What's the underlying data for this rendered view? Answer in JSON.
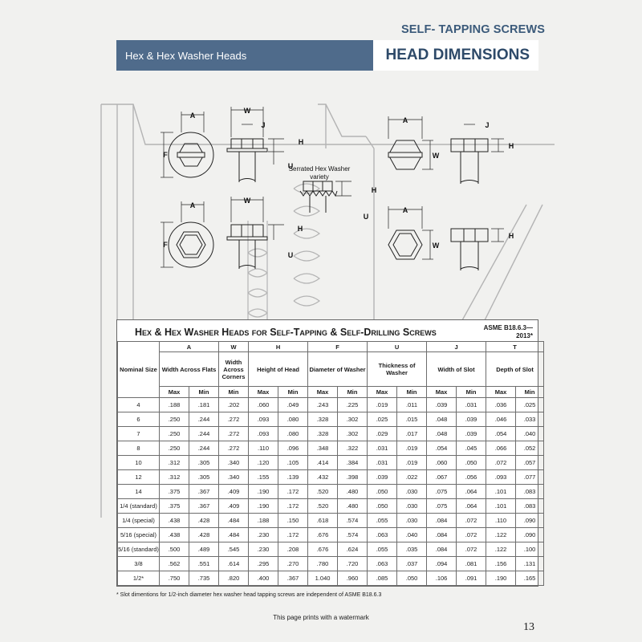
{
  "header": {
    "top_label": "SELF- TAPPING SCREWS",
    "section_label": "Hex & Hex Washer Heads",
    "title": "HEAD DIMENSIONS"
  },
  "diagram": {
    "labels": {
      "a": "A",
      "w": "W",
      "j": "J",
      "f": "F",
      "h": "H",
      "u": "U",
      "serrated_note_line1": "Serrated Hex Washer",
      "serrated_note_line2": "variety"
    }
  },
  "table": {
    "title": "Hex & Hex Washer Heads for Self-Tapping & Self-Drilling Screws",
    "standard_line1": "ASME B18.6.3—",
    "standard_line2": "2013*",
    "nominal_header": "Nominal Size",
    "letters": [
      "A",
      "W",
      "H",
      "F",
      "U",
      "J",
      "T"
    ],
    "names": [
      "Width Across Flats",
      "Width Across Corners",
      "Height of Head",
      "Diameter of Washer",
      "Thickness of Washer",
      "Width of Slot",
      "Depth of Slot"
    ],
    "subheaders": [
      "Max",
      "Min",
      "Min",
      "Max",
      "Min",
      "Max",
      "Min",
      "Max",
      "Min",
      "Max",
      "Min",
      "Max",
      "Min"
    ],
    "rows": [
      [
        "4",
        ".188",
        ".181",
        ".202",
        ".060",
        ".049",
        ".243",
        ".225",
        ".019",
        ".011",
        ".039",
        ".031",
        ".036",
        ".025"
      ],
      [
        "6",
        ".250",
        ".244",
        ".272",
        ".093",
        ".080",
        ".328",
        ".302",
        ".025",
        ".015",
        ".048",
        ".039",
        ".046",
        ".033"
      ],
      [
        "7",
        ".250",
        ".244",
        ".272",
        ".093",
        ".080",
        ".328",
        ".302",
        ".029",
        ".017",
        ".048",
        ".039",
        ".054",
        ".040"
      ],
      [
        "8",
        ".250",
        ".244",
        ".272",
        ".110",
        ".096",
        ".348",
        ".322",
        ".031",
        ".019",
        ".054",
        ".045",
        ".066",
        ".052"
      ],
      [
        "10",
        ".312",
        ".305",
        ".340",
        ".120",
        ".105",
        ".414",
        ".384",
        ".031",
        ".019",
        ".060",
        ".050",
        ".072",
        ".057"
      ],
      [
        "12",
        ".312",
        ".305",
        ".340",
        ".155",
        ".139",
        ".432",
        ".398",
        ".039",
        ".022",
        ".067",
        ".056",
        ".093",
        ".077"
      ],
      [
        "14",
        ".375",
        ".367",
        ".409",
        ".190",
        ".172",
        ".520",
        ".480",
        ".050",
        ".030",
        ".075",
        ".064",
        ".101",
        ".083"
      ],
      [
        "1/4 (standard)",
        ".375",
        ".367",
        ".409",
        ".190",
        ".172",
        ".520",
        ".480",
        ".050",
        ".030",
        ".075",
        ".064",
        ".101",
        ".083"
      ],
      [
        "1/4 (special)",
        ".438",
        ".428",
        ".484",
        ".188",
        ".150",
        ".618",
        ".574",
        ".055",
        ".030",
        ".084",
        ".072",
        ".110",
        ".090"
      ],
      [
        "5/16 (special)",
        ".438",
        ".428",
        ".484",
        ".230",
        ".172",
        ".676",
        ".574",
        ".063",
        ".040",
        ".084",
        ".072",
        ".122",
        ".090"
      ],
      [
        "5/16 (standard)",
        ".500",
        ".489",
        ".545",
        ".230",
        ".208",
        ".676",
        ".624",
        ".055",
        ".035",
        ".084",
        ".072",
        ".122",
        ".100"
      ],
      [
        "3/8",
        ".562",
        ".551",
        ".614",
        ".295",
        ".270",
        ".780",
        ".720",
        ".063",
        ".037",
        ".094",
        ".081",
        ".156",
        ".131"
      ],
      [
        "1/2*",
        ".750",
        ".735",
        ".820",
        ".400",
        ".367",
        "1.040",
        ".960",
        ".085",
        ".050",
        ".106",
        ".091",
        ".190",
        ".165"
      ]
    ]
  },
  "footnote": "* Slot dimentions for 1/2-inch diameter hex washer head tapping screws are independent of ASME B18.6.3",
  "watermark_note": "This page prints with a watermark",
  "page_number": "13"
}
